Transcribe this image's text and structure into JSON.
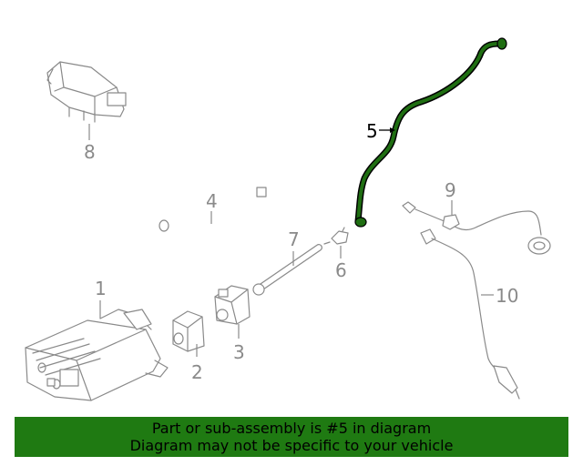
{
  "diagram": {
    "callouts": {
      "c1": "1",
      "c2": "2",
      "c3": "3",
      "c4": "4",
      "c5": "5",
      "c6": "6",
      "c7": "7",
      "c8": "8",
      "c9": "9",
      "c10": "10"
    },
    "highlight_part": "5",
    "highlight_color": "#1f6e12"
  },
  "banner": {
    "line1": "Part or sub-assembly is #5 in diagram",
    "line2": "Diagram may not be specific to your vehicle",
    "background": "#1f7a12"
  }
}
